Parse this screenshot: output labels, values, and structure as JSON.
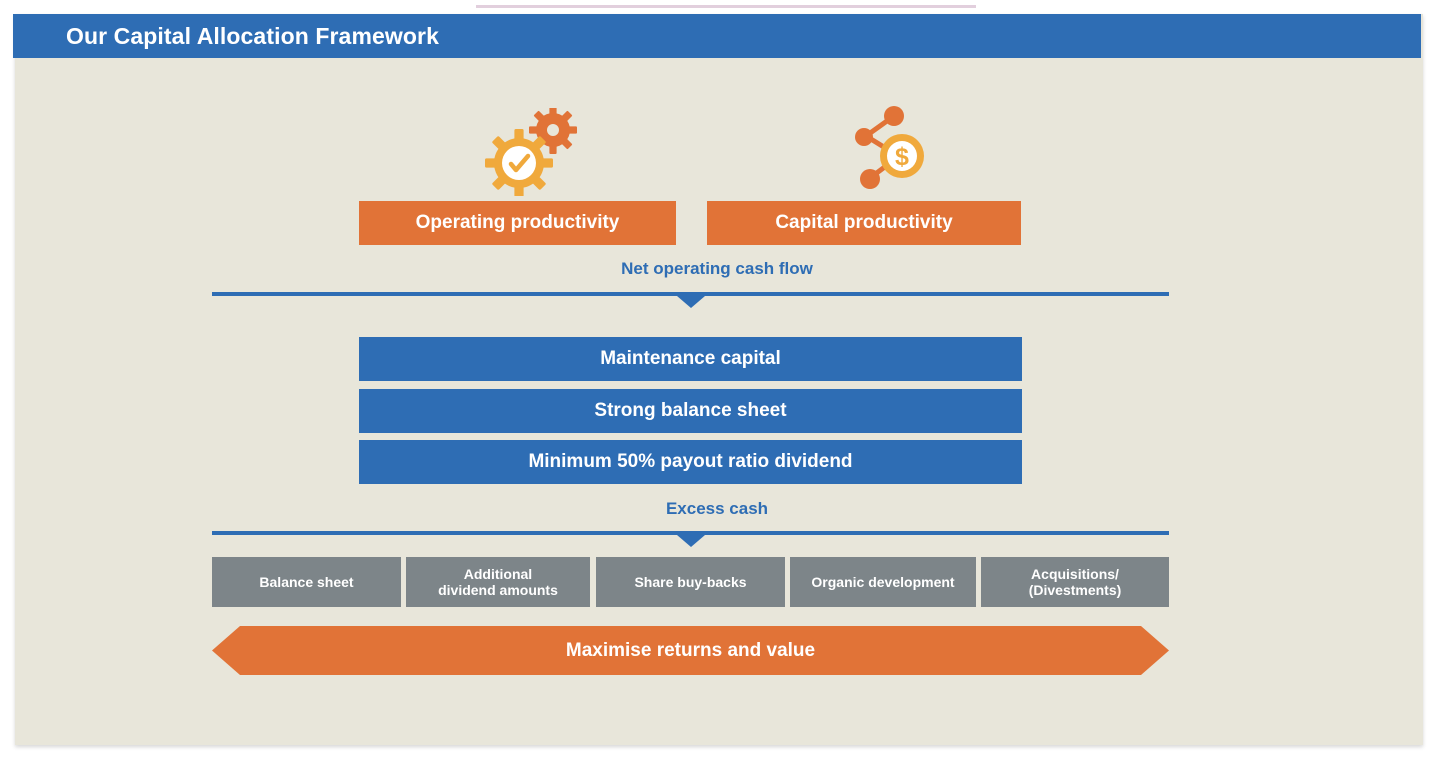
{
  "header": {
    "title": "Our Capital Allocation Framework",
    "bar_color": "#2E6DB4"
  },
  "palette": {
    "background": "#E8E6DA",
    "blue": "#2E6DB4",
    "orange": "#E17337",
    "gray": "#7D8589",
    "gold": "#F0A93C",
    "white": "#FFFFFF",
    "top_rule": "#E2CFDD"
  },
  "icons": [
    {
      "name": "gears-check-icon",
      "label_for": "Operating productivity"
    },
    {
      "name": "network-dollar-coin-icon",
      "label_for": "Capital productivity"
    }
  ],
  "sources": [
    {
      "label": "Operating productivity"
    },
    {
      "label": "Capital productivity"
    }
  ],
  "flows": [
    {
      "label": "Net operating cash flow"
    },
    {
      "label": "Excess cash"
    }
  ],
  "priorities": [
    {
      "label": "Maintenance capital"
    },
    {
      "label": "Strong balance sheet"
    },
    {
      "label": "Minimum 50% payout ratio dividend"
    }
  ],
  "uses_of_cash": [
    {
      "label": "Balance sheet"
    },
    {
      "label": "Additional\ndividend amounts"
    },
    {
      "label": "Share buy-backs"
    },
    {
      "label": "Organic development"
    },
    {
      "label": "Acquisitions/\n(Divestments)"
    }
  ],
  "outcome": {
    "label": "Maximise returns and value"
  }
}
